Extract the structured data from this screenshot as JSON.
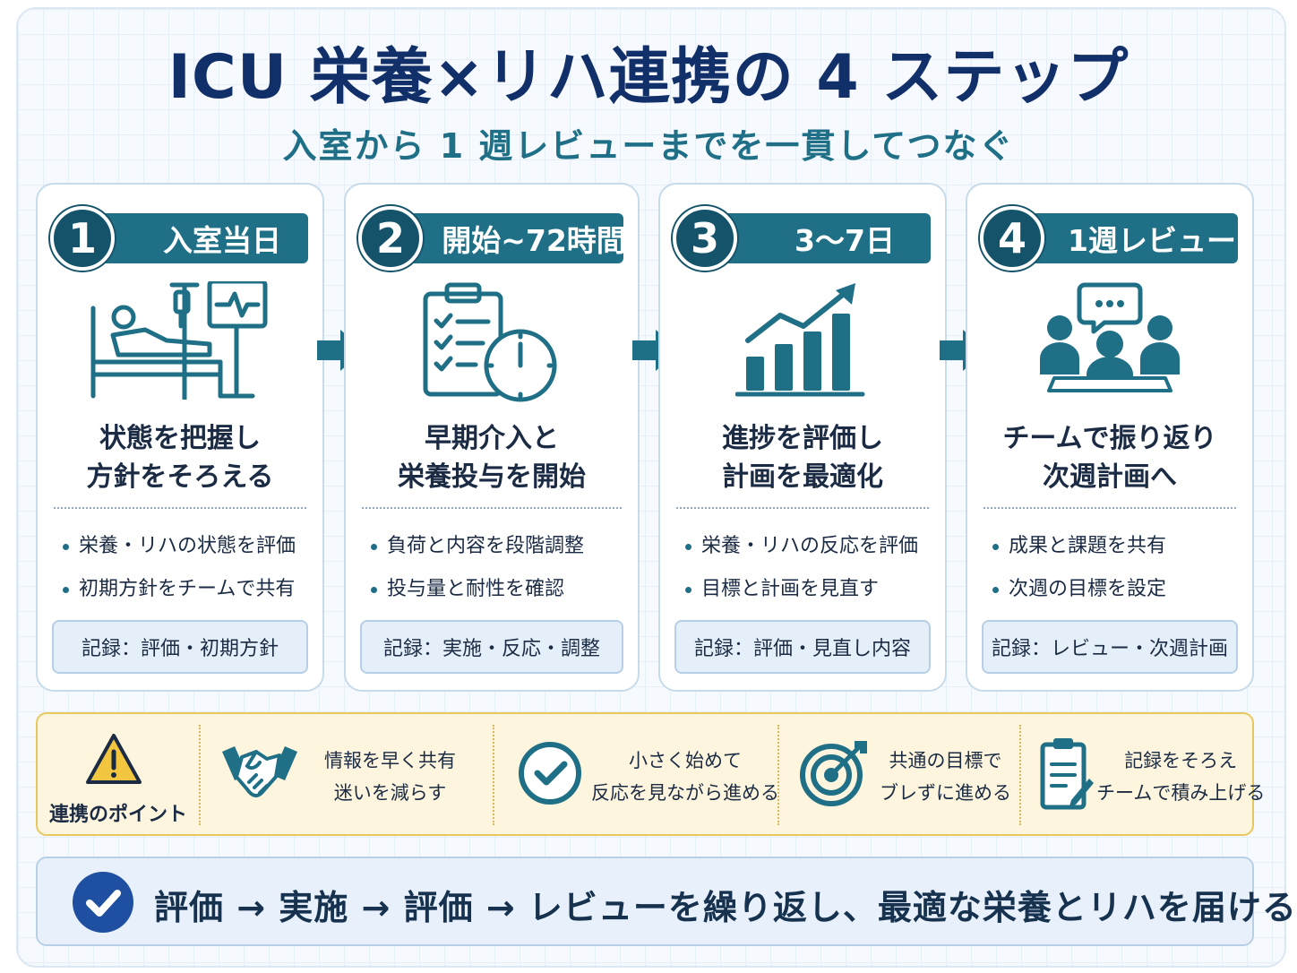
{
  "title": "ICU 栄養×リハ連携の 4 ステップ",
  "subtitle": "入室から 1 週レビューまでを一貫してつなぐ",
  "colors": {
    "primary": "#1f6f86",
    "navy": "#112f68",
    "accent_yellow": "#e8c75f"
  },
  "steps": [
    {
      "number": "1",
      "label": "入室当日",
      "icon": "icu-bed-monitor-icon",
      "heading_1": "状態を把握し",
      "heading_2": "方針をそろえる",
      "bullets": [
        "栄養・リハの状態を評価",
        "初期方針をチームで共有"
      ],
      "record": "記録：評価・初期方針"
    },
    {
      "number": "2",
      "label": "開始~72時間",
      "icon": "clipboard-clock-icon",
      "heading_1": "早期介入と",
      "heading_2": "栄養投与を開始",
      "bullets": [
        "負荷と内容を段階調整",
        "投与量と耐性を確認"
      ],
      "record": "記録：実施・反応・調整"
    },
    {
      "number": "3",
      "label": "3〜7日",
      "icon": "growth-chart-icon",
      "heading_1": "進捗を評価し",
      "heading_2": "計画を最適化",
      "bullets": [
        "栄養・リハの反応を評価",
        "目標と計画を見直す"
      ],
      "record": "記録：評価・見直し内容"
    },
    {
      "number": "4",
      "label": "1週レビュー",
      "icon": "team-meeting-icon",
      "heading_1": "チームで振り返り",
      "heading_2": "次週計画へ",
      "bullets": [
        "成果と課題を共有",
        "次週の目標を設定"
      ],
      "record": "記録：レビュー・次週計画"
    }
  ],
  "points": {
    "label": "連携のポイント",
    "items": [
      {
        "icon": "handshake-icon",
        "line_1": "情報を早く共有",
        "line_2": "迷いを減らす"
      },
      {
        "icon": "check-circle-icon",
        "line_1": "小さく始めて",
        "line_2": "反応を見ながら進める"
      },
      {
        "icon": "target-icon",
        "line_1": "共通の目標で",
        "line_2": "ブレずに進める"
      },
      {
        "icon": "clipboard-pen-icon",
        "line_1": "記録をそろえ",
        "line_2": "チームで積み上げる"
      }
    ]
  },
  "summary": "評価 → 実施 → 評価 → レビューを繰り返し、最適な栄養とリハを届ける"
}
